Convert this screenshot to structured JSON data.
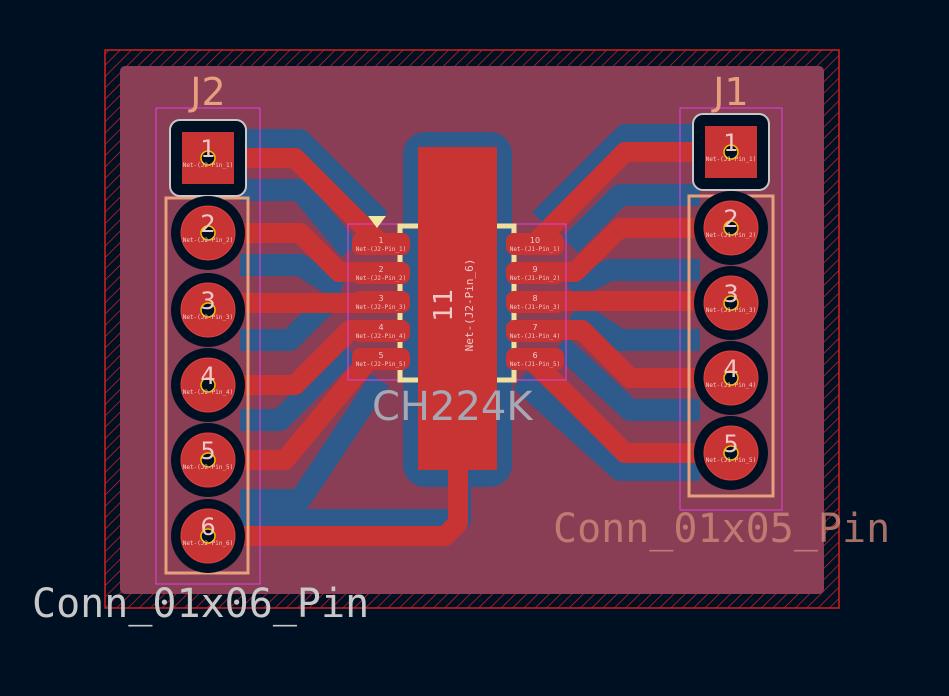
{
  "colors": {
    "background": "#001023",
    "board": "#8a3e56",
    "front_copper": "#c83434",
    "back_copper": "#2f5a8c",
    "edge": "#d02020",
    "silk": "#e8a07c",
    "fab": "#c8c8c8"
  },
  "j2": {
    "ref": "J2",
    "value": "Conn_01x06_Pin",
    "pads": [
      {
        "num": "1",
        "net": "Net-(J2-Pin_1)"
      },
      {
        "num": "2",
        "net": "Net-(J2-Pin_2)"
      },
      {
        "num": "3",
        "net": "Net-(J2-Pin_3)"
      },
      {
        "num": "4",
        "net": "Net-(J2-Pin_4)"
      },
      {
        "num": "5",
        "net": "Net-(J2-Pin_5)"
      },
      {
        "num": "6",
        "net": "Net-(J2-Pin_6)"
      }
    ]
  },
  "j1": {
    "ref": "J1",
    "value": "Conn_01x05_Pin",
    "pads": [
      {
        "num": "1",
        "net": "Net-(J1-Pin_1)"
      },
      {
        "num": "2",
        "net": "Net-(J1-Pin_2)"
      },
      {
        "num": "3",
        "net": "Net-(J1-Pin_3)"
      },
      {
        "num": "4",
        "net": "Net-(J1-Pin_4)"
      },
      {
        "num": "5",
        "net": "Net-(J1-Pin_5)"
      }
    ]
  },
  "u1": {
    "value": "CH224K",
    "exposed_pad": {
      "num": "11",
      "net": "Net-(J2-Pin_6)"
    },
    "left_pads": [
      {
        "num": "1",
        "net": "Net-(J2-Pin_1)"
      },
      {
        "num": "2",
        "net": "Net-(J2-Pin_2)"
      },
      {
        "num": "3",
        "net": "Net-(J2-Pin_3)"
      },
      {
        "num": "4",
        "net": "Net-(J2-Pin_4)"
      },
      {
        "num": "5",
        "net": "Net-(J2-Pin_5)"
      }
    ],
    "right_pads": [
      {
        "num": "10",
        "net": "Net-(J1-Pin_1)"
      },
      {
        "num": "9",
        "net": "Net-(J1-Pin_2)"
      },
      {
        "num": "8",
        "net": "Net-(J1-Pin_3)"
      },
      {
        "num": "7",
        "net": "Net-(J1-Pin_4)"
      },
      {
        "num": "6",
        "net": "Net-(J1-Pin_5)"
      }
    ]
  }
}
